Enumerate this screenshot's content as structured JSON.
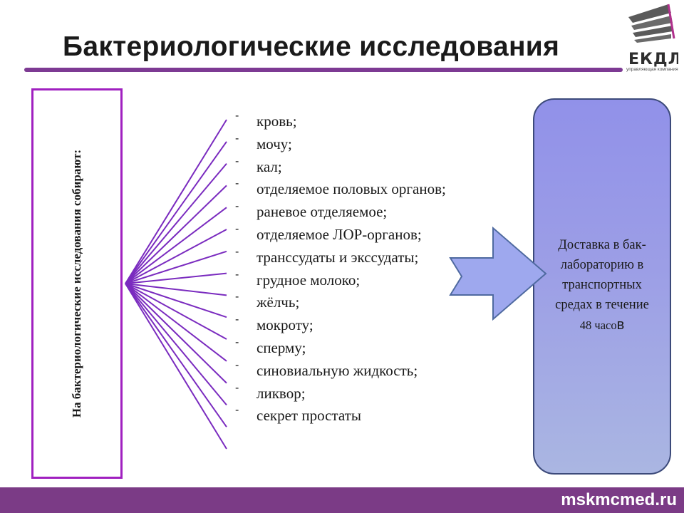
{
  "title": "Бактериологические исследования",
  "logo": {
    "mark": "ЕКДЛ",
    "subtitle": "управляющая компания"
  },
  "left_box": {
    "text": "На бактериологические исследования собирают:"
  },
  "list": {
    "bullet": "-",
    "items": [
      "кровь;",
      "мочу;",
      "кал;",
      "отделяемое половых органов;",
      "раневое отделяемое;",
      "отделяемое ЛОР-органов;",
      "транссудаты и экссудаты;",
      "грудное молоко;",
      "жёлчь;",
      "мокроту;",
      "сперму;",
      "синовиальную жидкость;",
      "ликвор;",
      "секрет простаты"
    ]
  },
  "right_box": {
    "line1": "Доставка в бак-",
    "line2": "лабораторию в",
    "line3": "транспортных",
    "line4": "средах в течение",
    "line5_a": "48 часо",
    "line5_b": "в"
  },
  "footer": {
    "site": "mskmcmed.ru"
  },
  "colors": {
    "accent": "#7d3a93",
    "box_border": "#a020c0",
    "lines": "#7a2bbf",
    "arrow_fill": "#9ea8ee",
    "arrow_stroke": "#4f6aa0",
    "right_box_border": "#3c4a7a",
    "footer": "#7b3b86"
  }
}
